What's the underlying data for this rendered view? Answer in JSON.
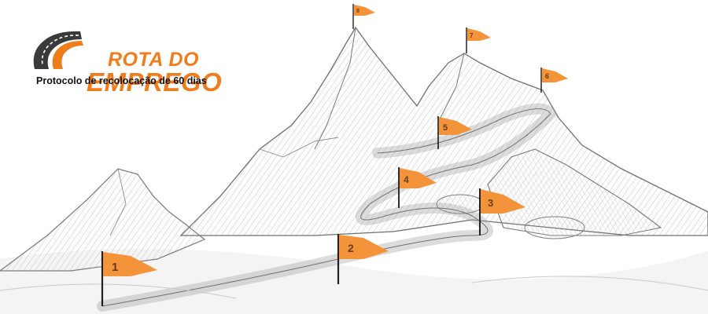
{
  "brand": {
    "line1": "ROTA DO",
    "line2": "EMPREGO",
    "tagline": "Protocolo de recolocação de 60 dias",
    "colors": {
      "accent": "#f07d1c",
      "road": "#3a3a3a",
      "text": "#111111"
    }
  },
  "flags": [
    {
      "number": "1"
    },
    {
      "number": "2"
    },
    {
      "number": "3"
    },
    {
      "number": "4"
    },
    {
      "number": "5"
    },
    {
      "number": "6"
    },
    {
      "number": "7"
    },
    {
      "number": "8"
    }
  ],
  "colors": {
    "flag": "#f4943a",
    "pole": "#222222",
    "sketch": "#8a8a8a"
  }
}
